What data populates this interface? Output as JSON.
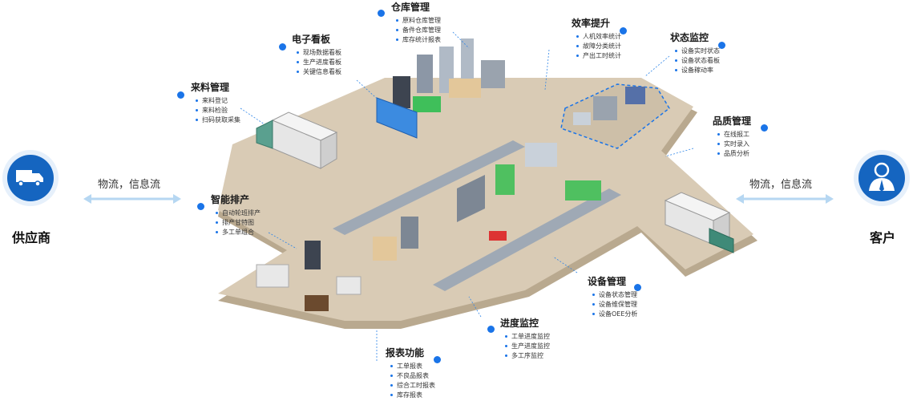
{
  "supplier": {
    "label": "供应商",
    "icon": "truck-icon"
  },
  "customer": {
    "label": "客户",
    "icon": "person-icon"
  },
  "flow_left": "物流，信息流",
  "flow_right": "物流，信息流",
  "colors": {
    "accent": "#1a74e8",
    "floor": "#d9cbb5",
    "floor_edge": "#b9a98f",
    "circle": "#1565c0"
  },
  "modules": {
    "warehouse": {
      "title": "仓库管理",
      "items": [
        "原料仓库管理",
        "备件仓库管理",
        "库存统计报表"
      ]
    },
    "efficiency": {
      "title": "效率提升",
      "items": [
        "人机效率统计",
        "故障分类统计",
        "产出工时统计"
      ]
    },
    "status": {
      "title": "状态监控",
      "items": [
        "设备实时状态",
        "设备状态看板",
        "设备稼动率"
      ]
    },
    "board": {
      "title": "电子看板",
      "items": [
        "现场数据看板",
        "生产进度看板",
        "关键信息看板"
      ]
    },
    "material": {
      "title": "来料管理",
      "items": [
        "来料登记",
        "来料检验",
        "扫码获取采集"
      ]
    },
    "quality": {
      "title": "品质管理",
      "items": [
        "在线报工",
        "实时录入",
        "品质分析"
      ]
    },
    "schedule": {
      "title": "智能排产",
      "items": [
        "自动轮班排产",
        "排产甘特图",
        "多工单组合"
      ]
    },
    "equipment": {
      "title": "设备管理",
      "items": [
        "设备状态管理",
        "设备维保管理",
        "设备OEE分析"
      ]
    },
    "progress": {
      "title": "进度监控",
      "items": [
        "工单进度监控",
        "生产进度监控",
        "多工序监控"
      ]
    },
    "report": {
      "title": "报表功能",
      "items": [
        "工单报表",
        "不良品报表",
        "综合工时报表",
        "库存报表"
      ]
    }
  }
}
